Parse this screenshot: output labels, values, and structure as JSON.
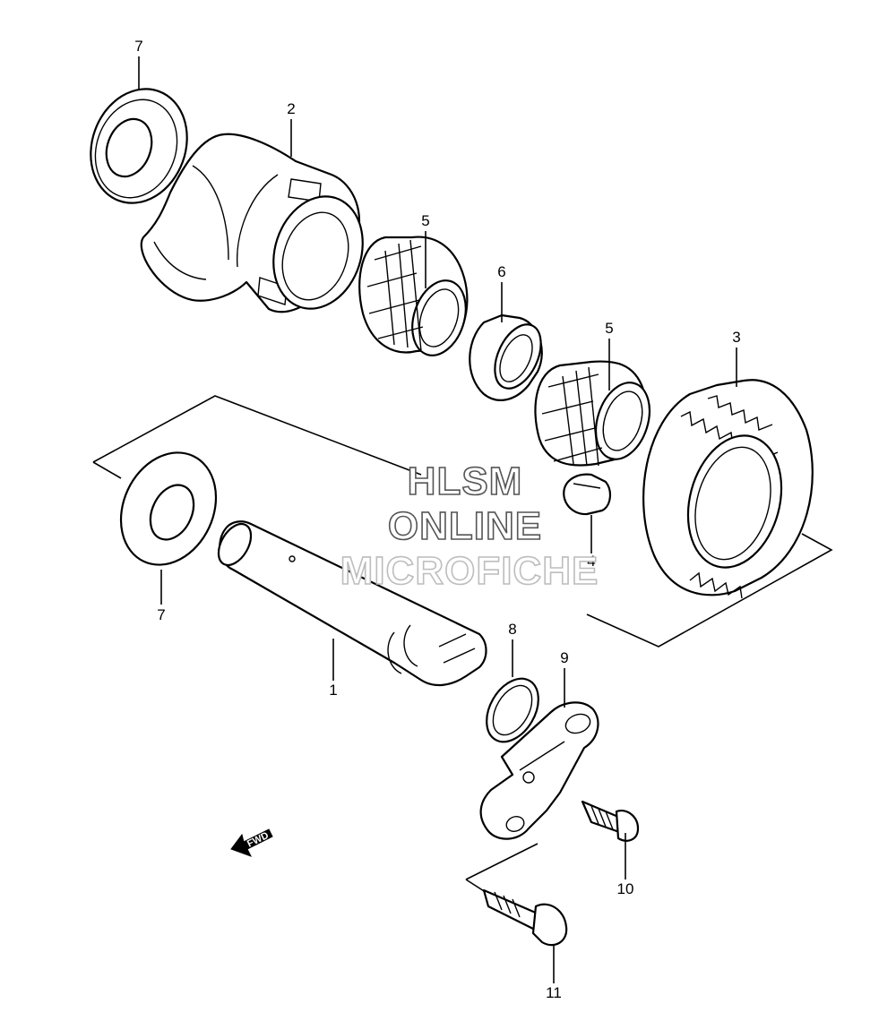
{
  "callouts": {
    "c7a": "7",
    "c2": "2",
    "c5a": "5",
    "c6": "6",
    "c5b": "5",
    "c3": "3",
    "c4": "4",
    "c7b": "7",
    "c1": "1",
    "c8": "8",
    "c9": "9",
    "c10": "10",
    "c11": "11"
  },
  "watermark": {
    "line1": "HLSM",
    "line2": "ONLINE",
    "line3": "MICROFICHE"
  },
  "fwd_arrow": {
    "label": "FWD"
  },
  "colors": {
    "line": "#000000",
    "background": "#ffffff",
    "watermark_stroke": "#555555"
  }
}
